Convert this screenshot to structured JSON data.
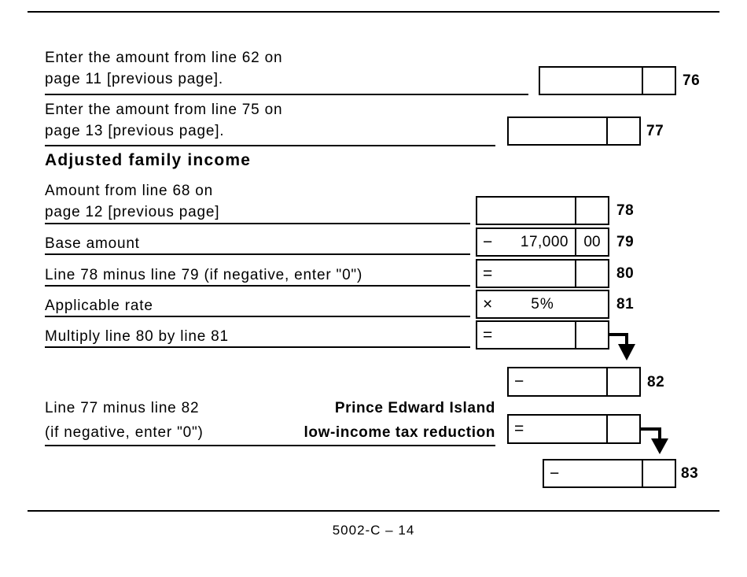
{
  "heading": "Adjusted family income",
  "footer": "5002-C – 14",
  "rows": {
    "r76": {
      "l1": "Enter the amount from line 62 on",
      "l2": "page 11 [previous page].",
      "num": "76"
    },
    "r77": {
      "l1": "Enter the amount from line 75 on",
      "l2": "page 13 [previous page].",
      "num": "77"
    },
    "r78": {
      "l1": "Amount from line 68 on",
      "l2": "page 12 [previous page]",
      "num": "78"
    },
    "r79": {
      "label": "Base amount",
      "op": "−",
      "amount": "17,000",
      "cents": "00",
      "num": "79"
    },
    "r80": {
      "label": "Line 78 minus line 79 (if negative, enter \"0\")",
      "op": "=",
      "num": "80"
    },
    "r81": {
      "label": "Applicable rate",
      "op": "×",
      "rate": "5%",
      "num": "81"
    },
    "rmult": {
      "label": "Multiply line 80 by line 81",
      "op": "="
    },
    "r82": {
      "op": "−",
      "num": "82"
    },
    "r83": {
      "label_l1": "Line 77 minus line 82",
      "label_l2": "(if negative, enter \"0\")",
      "pei_l1": "Prince Edward Island",
      "pei_l2": "low-income tax reduction",
      "op_eq": "=",
      "op_minus": "−",
      "num": "83"
    }
  }
}
